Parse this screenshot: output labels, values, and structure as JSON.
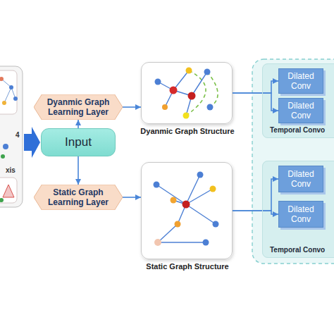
{
  "diagram": {
    "nodes": [
      {
        "text": [
          "Input"
        ]
      },
      {
        "text": [
          "Dyanmic Graph Learning Layer"
        ]
      },
      {
        "text": [
          "Static Graph Learning Layer"
        ]
      },
      {
        "text": [
          "Dyanmic Graph Structure"
        ]
      },
      {
        "text": [
          "Static Graph Structure"
        ]
      },
      {
        "text": [
          "Temporal Convo"
        ]
      },
      {
        "text": [
          "Dilated Conv"
        ],
        "in": 5
      },
      {
        "text": [
          "Dilated Conv"
        ],
        "in": 5
      },
      {
        "text": [
          "Temporal Convo"
        ]
      },
      {
        "text": [
          "Dilated Conv"
        ],
        "in": 8
      },
      {
        "text": [
          "Dilated Conv"
        ],
        "in": 8
      }
    ],
    "edges": [
      {
        "from": 0,
        "to": 1,
        "arrow": "to"
      },
      {
        "from": 0,
        "to": 2,
        "arrow": "to"
      },
      {
        "from": 1,
        "to": 3,
        "arrow": "to"
      },
      {
        "from": 2,
        "to": 4,
        "arrow": "to"
      },
      {
        "from": 3,
        "to": 6,
        "arrow": "to"
      },
      {
        "from": 3,
        "to": 7,
        "arrow": "to"
      },
      {
        "from": 4,
        "to": 9,
        "arrow": "to"
      },
      {
        "from": 4,
        "to": 10,
        "arrow": "to"
      }
    ],
    "labels": [
      "xis",
      "4"
    ]
  }
}
